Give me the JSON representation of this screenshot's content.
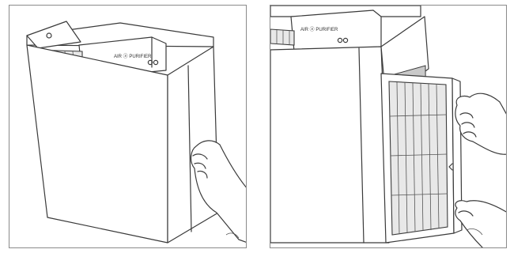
{
  "panels": [
    {
      "step": "remove-back-cover"
    },
    {
      "step": "pull-out-filter"
    }
  ],
  "device": {
    "logo_text_left": "AIR ⓐ PURIFIER",
    "logo_text_right": "AIR ⓐ PURIFIER"
  }
}
